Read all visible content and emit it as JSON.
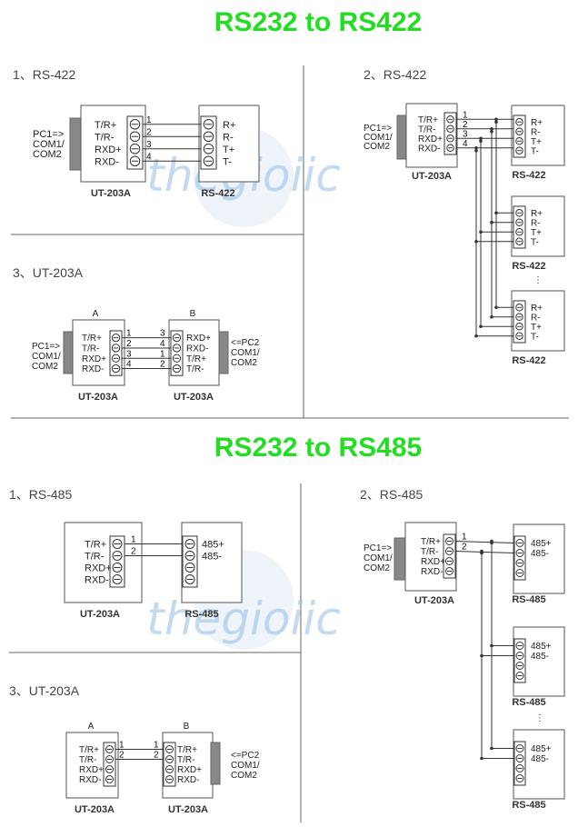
{
  "titles": {
    "top": "RS232 to RS422",
    "bottom": "RS232 to RS485"
  },
  "watermark": "thegioiic",
  "sections": {
    "s422_1": "1、RS-422",
    "s422_2": "2、RS-422",
    "s422_3": "3、UT-203A",
    "s485_1": "1、RS-485",
    "s485_2": "2、RS-485",
    "s485_3": "3、UT-203A"
  },
  "pc1": [
    "PC1=>",
    "COM1/",
    "COM2"
  ],
  "pc2": [
    "<=PC2",
    "COM1/",
    "COM2"
  ],
  "converter": {
    "name": "UT-203A",
    "pins": [
      "T/R+",
      "T/R-",
      "RXD+",
      "RXD-"
    ]
  },
  "rs422_device": {
    "name": "RS-422",
    "pins": [
      "R+",
      "R-",
      "T+",
      "T-"
    ]
  },
  "rs485_device": {
    "name": "RS-485",
    "pins": [
      "485+",
      "485-"
    ]
  },
  "crossed_pins": [
    "RXD+",
    "RXD-",
    "T/R+",
    "T/R-"
  ],
  "wire_numbers": [
    "1",
    "2",
    "3",
    "4"
  ],
  "cross_numbers": [
    "3",
    "4",
    "1",
    "2"
  ],
  "cross485_numbers": [
    "1",
    "2"
  ],
  "node_labels": {
    "a": "A",
    "b": "B"
  },
  "ellipsis": "⋮"
}
